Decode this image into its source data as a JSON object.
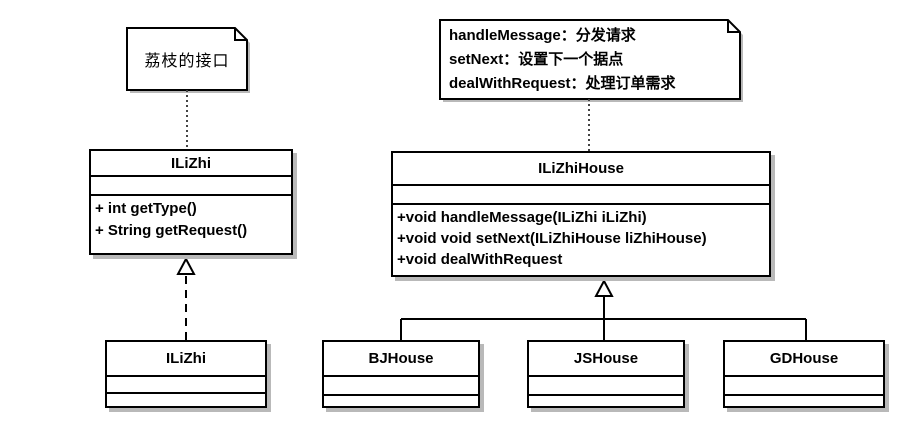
{
  "notes": {
    "lizhi_interface_note": {
      "text": "荔枝的接口"
    },
    "house_methods_note": {
      "lines": [
        "handleMessage：分发请求",
        "setNext：设置下一个据点",
        "dealWithRequest：处理订单需求"
      ]
    }
  },
  "classes": {
    "ilizhi_interface": {
      "title": "ILiZhi",
      "methods": [
        "+ int getType()",
        "+ String getRequest()"
      ]
    },
    "ilizhi_house": {
      "title": "ILiZhiHouse",
      "methods": [
        "+void handleMessage(ILiZhi iLiZhi)",
        "+void void setNext(ILiZhiHouse liZhiHouse)",
        "+void dealWithRequest"
      ]
    },
    "ilizhi_impl": {
      "title": "ILiZhi"
    },
    "bj_house": {
      "title": "BJHouse"
    },
    "js_house": {
      "title": "JSHouse"
    },
    "gd_house": {
      "title": "GDHouse"
    }
  },
  "colors": {
    "line": "#000000",
    "anchor_line": "#444444",
    "shadow": "#b9b9b9",
    "background": "#ffffff",
    "text": "#000000"
  }
}
